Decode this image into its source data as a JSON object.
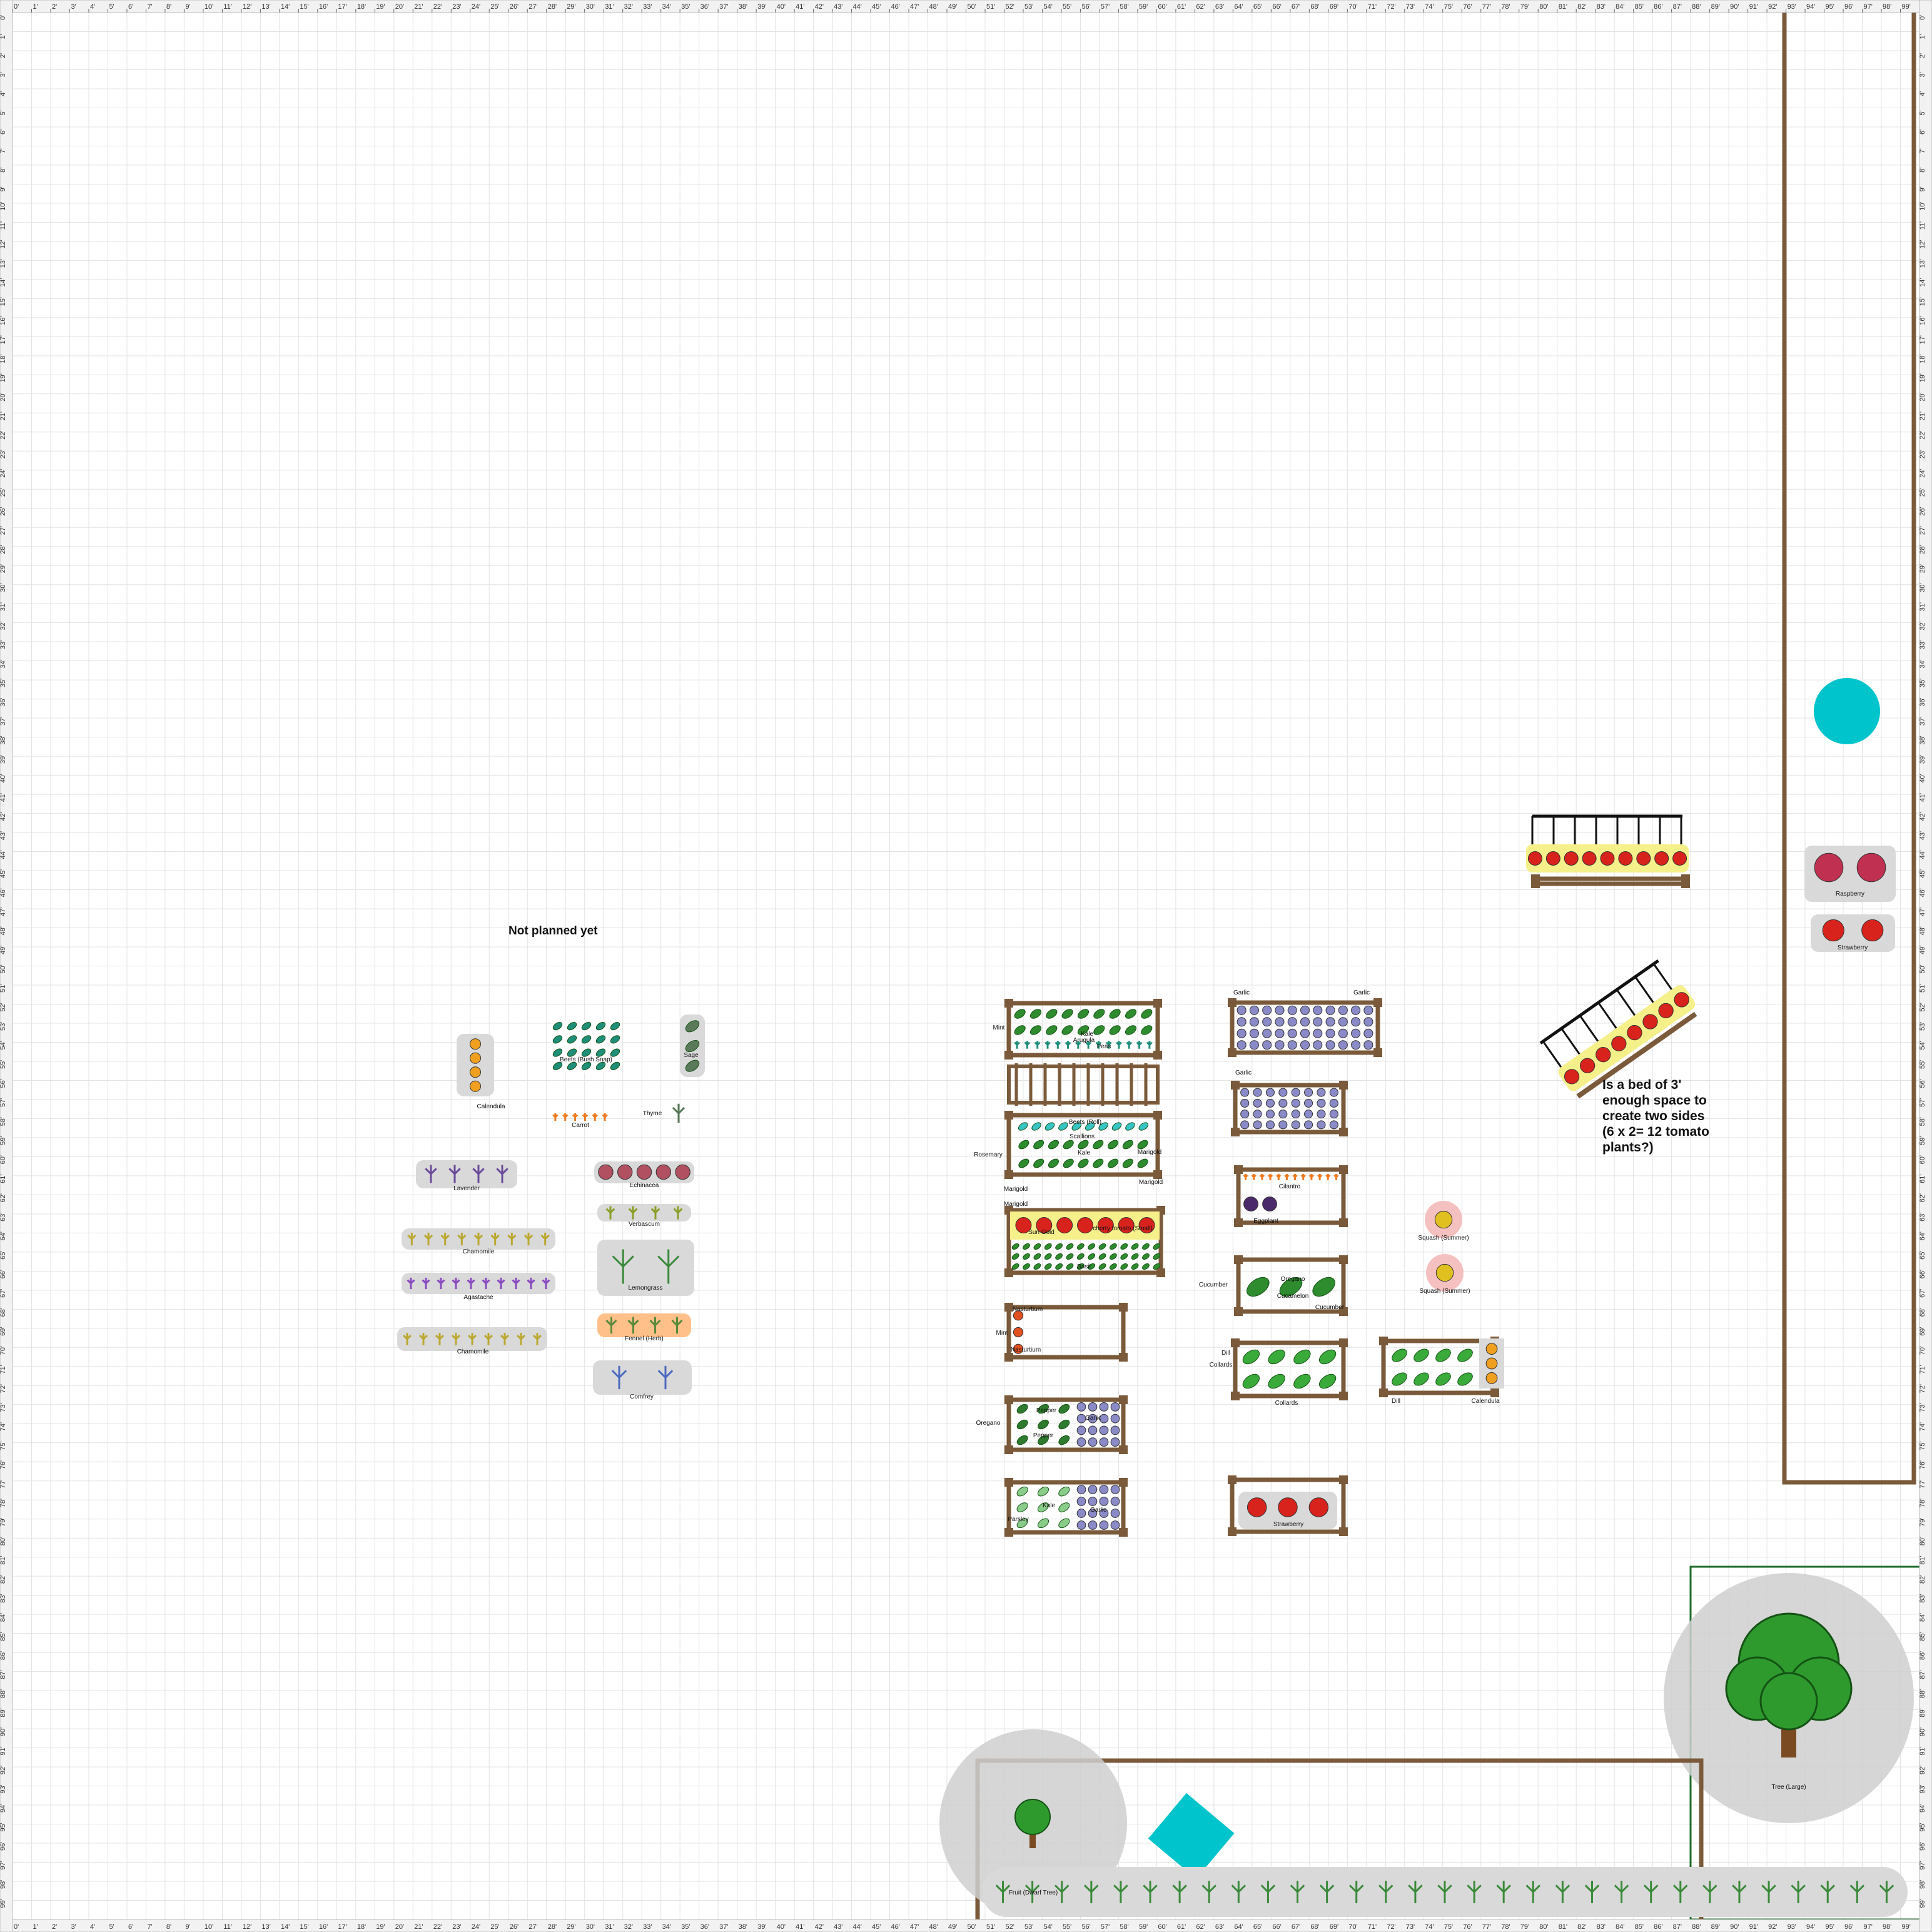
{
  "ruler": {
    "unit_suffix": "'",
    "feet_count": 100,
    "top_labels": [
      "0'",
      "1'",
      "2'",
      "3'",
      "4'",
      "5'",
      "6'",
      "7'",
      "8'",
      "9'",
      "10'",
      "11'",
      "12'",
      "13'",
      "14'",
      "15'",
      "16'",
      "17'",
      "18'",
      "19'",
      "20'",
      "21'",
      "22'",
      "23'",
      "24'",
      "25'",
      "26'",
      "27'",
      "28'",
      "29'",
      "30'",
      "31'",
      "32'",
      "33'",
      "34'",
      "35'",
      "36'",
      "37'",
      "38'",
      "39'",
      "40'",
      "41'",
      "42'",
      "43'",
      "44'",
      "45'",
      "46'",
      "47'",
      "48'",
      "49'",
      "50'",
      "51'",
      "52'",
      "53'",
      "54'",
      "55'",
      "56'",
      "57'",
      "58'",
      "59'",
      "60'",
      "61'",
      "62'",
      "63'",
      "64'",
      "65'",
      "66'",
      "67'",
      "68'",
      "69'",
      "70'",
      "71'",
      "72'",
      "73'",
      "74'",
      "75'",
      "76'",
      "77'",
      "78'",
      "79'",
      "80'",
      "81'",
      "82'",
      "83'",
      "84'",
      "85'",
      "86'",
      "87'",
      "88'",
      "89'",
      "90'",
      "91'",
      "92'",
      "93'",
      "94'",
      "95'",
      "96'",
      "97'",
      "98'",
      "99'"
    ]
  },
  "notes": {
    "not_planned": "Not planned yet",
    "tomato_question": [
      "Is a bed of 3'",
      "enough space to",
      "create two sides",
      "(6 x 2= 12 tomato",
      "plants?)"
    ]
  },
  "plant_labels": {
    "calendula": "Calendula",
    "beets": "Beets (Bush Snap)",
    "sage": "Sage",
    "carrot": "Carrot",
    "thyme": "Thyme",
    "lavender": "Lavender",
    "echinacea": "Echinacea",
    "verbascum": "Verbascum",
    "chamomile_1": "Chamomile",
    "lemongrass": "Lemongrass",
    "agastache": "Agastache",
    "fennel": "Fennel (Herb)",
    "chamomile_2": "Chamomile",
    "comfrey": "Comfrey",
    "mint_1": "Mint",
    "kale_1": "Kale",
    "arugula": "Arugula",
    "peas": "Peas",
    "rosemary": "Rosemary",
    "beets_2": "Beets (Roll)",
    "scallions": "Scallions",
    "kale_2": "Kale",
    "marigold_1": "Marigold",
    "marigold_2": "Marigold",
    "marigold_3": "Marigold",
    "marigold_4": "Marigold",
    "sun_gold": "Sun Gold",
    "cherry_tomato": "cherry tomato (Small)",
    "basil": "Basil",
    "nasturtium_1": "Nasturtium",
    "mint_2": "Mint",
    "nasturtium_2": "Nasturtium",
    "oregano_1": "Oregano",
    "pepper_1": "Pepper",
    "pepper_2": "Pepper",
    "garlic_b": "Garlic",
    "parsley": "Parsley",
    "kale_3": "Kale",
    "garlic_c": "Garlic",
    "garlic_1": "Garlic",
    "garlic_2": "Garlic",
    "garlic_3": "Garlic",
    "cilantro": "Cilantro",
    "eggplant": "Eggplant",
    "cucumber_1": "Cucumber",
    "oregano_2": "Oregano",
    "cucamelon": "Cucamelon",
    "cucumber_2": "Cucumber",
    "dill_1": "Dill",
    "collards_1": "Collards",
    "collards_2": "Collards",
    "strawberry_1": "Strawberry",
    "squash_1": "Squash (Summer)",
    "squash_2": "Squash (Summer)",
    "dill_2": "Dill",
    "calendula_2": "Calendula",
    "raspberry": "Raspberry",
    "strawberry_2": "Strawberry",
    "tree_large": "Tree (Large)",
    "fruit_tree": "Fruit (Dwarf Tree)"
  },
  "colors": {
    "grid_line": "#e3e3e3",
    "ruler_bg": "#f2f2f2",
    "wood": "#7a5a3a",
    "water": "#00c4cc",
    "plant_bg": "#d9d9d9",
    "foliage": "#2e8b2e",
    "tomato": "#d8231d",
    "garlic": "#8a8ac8",
    "marigold": "#f0a020",
    "tree_border": "#1e6b2a"
  },
  "icons": {
    "bed": "raised-bed-frame",
    "trellis": "trellis-frame",
    "tree": "tree-icon",
    "pond": "water-circle-icon"
  }
}
